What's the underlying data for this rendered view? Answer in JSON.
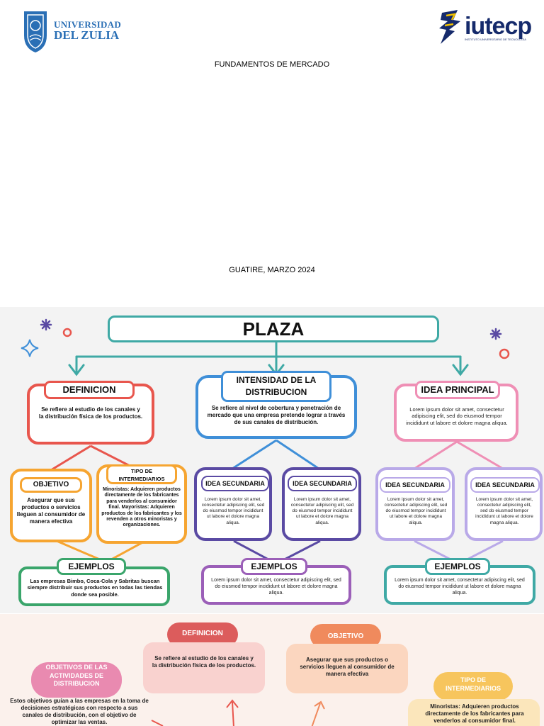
{
  "header": {
    "university_line1": "UNIVERSIDAD",
    "university_line2": "DEL ZULIA",
    "institute_name": "iutecp",
    "institute_subtitle": "INSTITUTO UNIVERSITARIO DE TECNOLOGÍA"
  },
  "document": {
    "subject": "FUNDAMENTOS DE MERCADO",
    "place_date": "GUATIRE, MARZO 2024"
  },
  "map1": {
    "title": "PLAZA",
    "colors": {
      "teal": "#3fa9a5",
      "red": "#e8564d",
      "blue": "#3f8fd8",
      "pink": "#ef8fb5",
      "orange": "#f6a531",
      "purple": "#5a4aa3",
      "lilac": "#b9a9e8",
      "green": "#3aa56b",
      "violet": "#9b5fb8"
    },
    "definicion": {
      "title": "DEFINICION",
      "text": "Se refiere al estudio de los canales y la distribución física de los productos."
    },
    "intensidad": {
      "title": "INTENSIDAD DE LA DISTRIBUCION",
      "text": "Se refiere al nivel de cobertura y penetración de mercado que una empresa pretende lograr a través de sus canales de distribución."
    },
    "idea_principal": {
      "title": "IDEA PRINCIPAL",
      "text": "Lorem ipsum dolor sit amet, consectetur adipiscing elit, sed do eiusmod tempor incididunt ut labore et dolore magna aliqua."
    },
    "objetivo": {
      "title": "OBJETIVO",
      "text": "Asegurar que sus productos o servicios lleguen al consumidor de manera efectiva"
    },
    "tipo": {
      "title": "TIPO DE INTERMEDIARIOS",
      "text": "Minoristas: Adquieren productos directamente de los fabricantes para venderlos al consumidor final. Mayoristas: Adquieren productos de los fabricantes y los revenden a otros minoristas y organizaciones."
    },
    "idea_secundaria_label": "IDEA SECUNDARIA",
    "lorem_short": "Lorem ipsum dolor sit amet, consectetur adipiscing elit, sed do eiusmod tempor incididunt ut labore et dolore magna aliqua.",
    "ejemplos_label": "EJEMPLOS",
    "ejemplos_left": "Las empresas Bimbo, Coca-Cola y Sabritas buscan siempre distribuir sus productos en todas las tiendas donde sea posible.",
    "ejemplos_lorem": "Lorem ipsum dolor sit amet, consectetur adipiscing elit, sed do eiusmod tempor incididunt ut labore et dolore magna aliqua."
  },
  "map2": {
    "definicion_title": "DEFINICION",
    "definicion_text": "Se refiere al estudio de los canales y la distribución física de los productos.",
    "objetivo_title": "OBJETIVO",
    "objetivo_text": "Asegurar que sus productos o servicios lleguen al consumidor de manera efectiva",
    "objetivos_title": "OBJETIVOS DE LAS ACTIVIDADES DE DISTRIBUCION",
    "objetivos_text": "Estos objetivos guían a las empresas en la toma de decisiones estratégicas con respecto a sus canales de distribución, con el objetivo de optimizar las ventas.",
    "tipo_title": "TIPO DE INTERMEDIARIOS",
    "tipo_text": "Minoristas: Adquieren productos directamente de los fabricantes para venderlos al consumidor final."
  }
}
